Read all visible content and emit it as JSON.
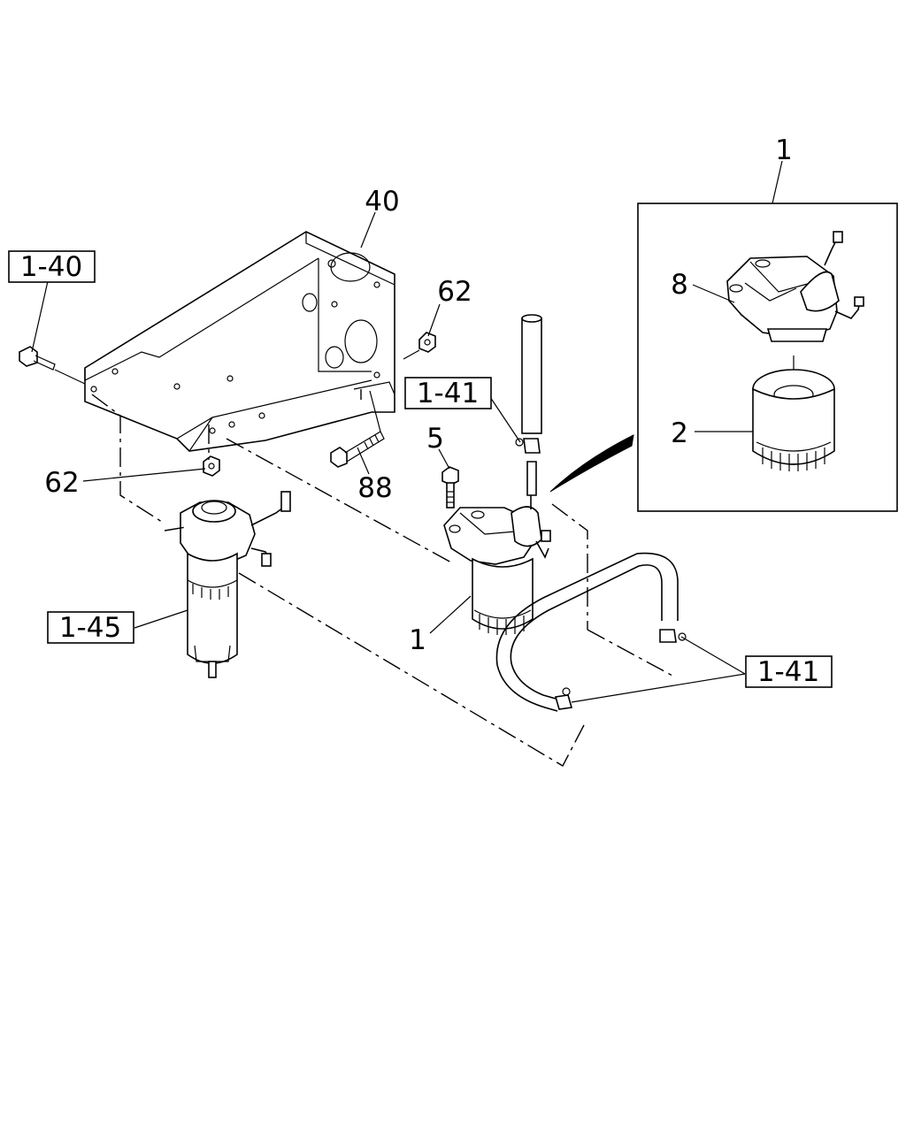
{
  "callouts": {
    "assembly_1_top": "1",
    "bracket_40": "40",
    "ref_1_40": "1-40",
    "nut_62_right": "62",
    "ref_1_41_upper": "1-41",
    "head_8": "8",
    "element_2": "2",
    "bolt_5": "5",
    "nut_62_left": "62",
    "bolt_88": "88",
    "ref_1_45": "1-45",
    "assembly_1_lower": "1",
    "ref_1_41_lower": "1-41"
  }
}
